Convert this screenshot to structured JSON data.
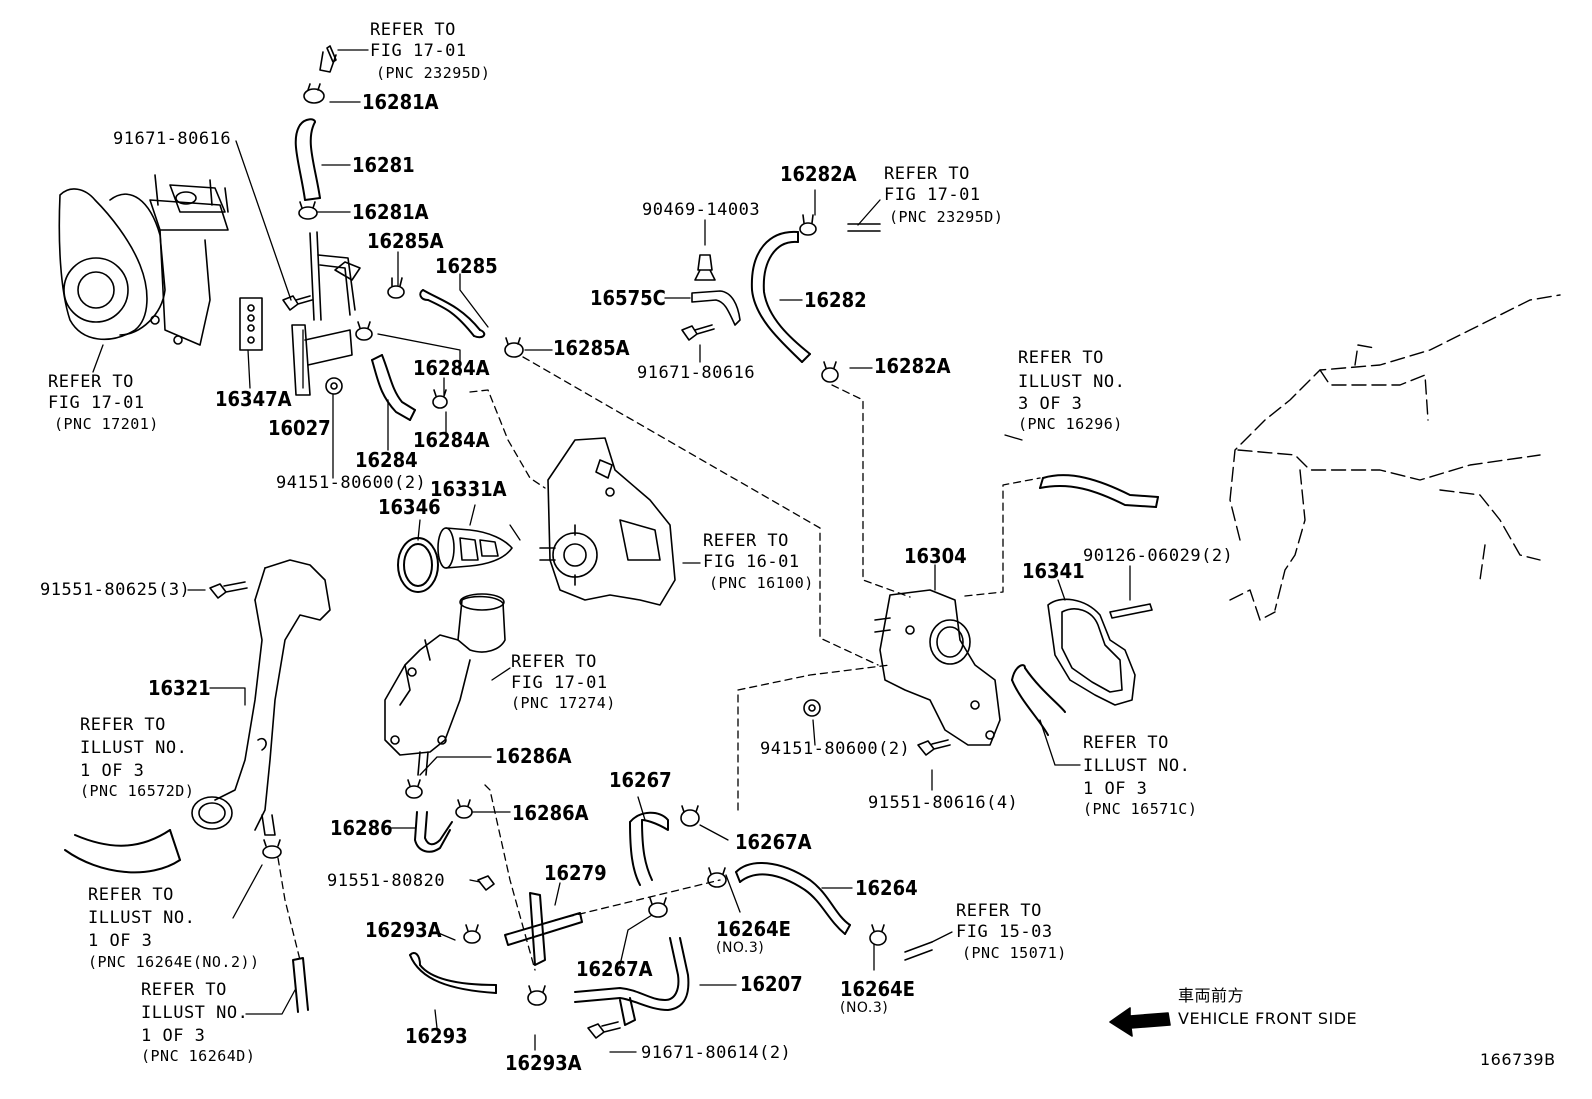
{
  "labels": {
    "ref_to_1": "REFER TO",
    "fig_17_01_1": "FIG 17-01",
    "pnc_23295d_1": "(PNC 23295D)",
    "p_16281a_1": "16281A",
    "p_16281": "16281",
    "p_16281a_2": "16281A",
    "p_91671_80616_1": "91671-80616",
    "p_16285a_1": "16285A",
    "p_16285": "16285",
    "p_16285a_2": "16285A",
    "p_16284a_1": "16284A",
    "p_16284a_2": "16284A",
    "p_16284": "16284",
    "p_16347a": "16347A",
    "p_16027": "16027",
    "p_94151_80600_1": "94151-80600(2)",
    "ref_to_2": "REFER TO",
    "fig_17_01_2": "FIG 17-01",
    "pnc_17201": "(PNC 17201)",
    "p_16282a_1": "16282A",
    "ref_to_3": "REFER TO",
    "fig_17_01_3": "FIG 17-01",
    "pnc_23295d_2": "(PNC 23295D)",
    "p_90469_14003": "90469-14003",
    "p_16575c": "16575C",
    "p_16282": "16282",
    "p_91671_80616_2": "91671-80616",
    "p_16282a_2": "16282A",
    "ref_to_4": "REFER TO",
    "illust_no_1": "ILLUST NO.",
    "three_of_3": "3 OF 3",
    "pnc_16296": "(PNC 16296)",
    "p_16346": "16346",
    "p_16331a": "16331A",
    "ref_to_5": "REFER TO",
    "fig_16_01": "FIG 16-01",
    "pnc_16100": "(PNC 16100)",
    "p_16304": "16304",
    "p_16341": "16341",
    "p_90126_06029": "90126-06029(2)",
    "p_91551_80625": "91551-80625(3)",
    "p_16321": "16321",
    "ref_to_6": "REFER TO",
    "illust_no_2": "ILLUST NO.",
    "one_of_3_a": "1 OF 3",
    "pnc_16572d": "(PNC 16572D)",
    "ref_to_7": "REFER TO",
    "fig_17_01_4": "FIG 17-01",
    "pnc_17274": "(PNC 17274)",
    "p_94151_80600_2": "94151-80600(2)",
    "p_91551_80616": "91551-80616(4)",
    "ref_to_8": "REFER TO",
    "illust_no_3": "ILLUST NO.",
    "one_of_3_b": "1 OF 3",
    "pnc_16571c": "(PNC 16571C)",
    "p_16286a_1": "16286A",
    "p_16286": "16286",
    "p_16286a_2": "16286A",
    "p_16267": "16267",
    "p_16267a_1": "16267A",
    "p_91551_80820": "91551-80820",
    "p_16279": "16279",
    "p_16264": "16264",
    "p_16293a_1": "16293A",
    "p_16264e_1": "16264E",
    "no3_1": "(NO.3)",
    "p_16267a_2": "16267A",
    "p_16207": "16207",
    "p_16264e_2": "16264E",
    "no3_2": "(NO.3)",
    "ref_to_9": "REFER TO",
    "fig_15_03": "FIG 15-03",
    "pnc_15071": "(PNC 15071)",
    "ref_to_10": "REFER TO",
    "illust_no_4": "ILLUST NO.",
    "one_of_3_c": "1 OF 3",
    "pnc_16264e_no2": "(PNC 16264E(NO.2))",
    "ref_to_11": "REFER TO",
    "illust_no_5": "ILLUST NO.",
    "one_of_3_d": "1 OF 3",
    "pnc_16264d": "(PNC 16264D)",
    "p_16293": "16293",
    "p_16293a_2": "16293A",
    "p_91671_80614": "91671-80614(2)",
    "vehicle_jp": "車両前方",
    "vehicle_en": "VEHICLE FRONT SIDE",
    "fig_id": "166739B"
  }
}
